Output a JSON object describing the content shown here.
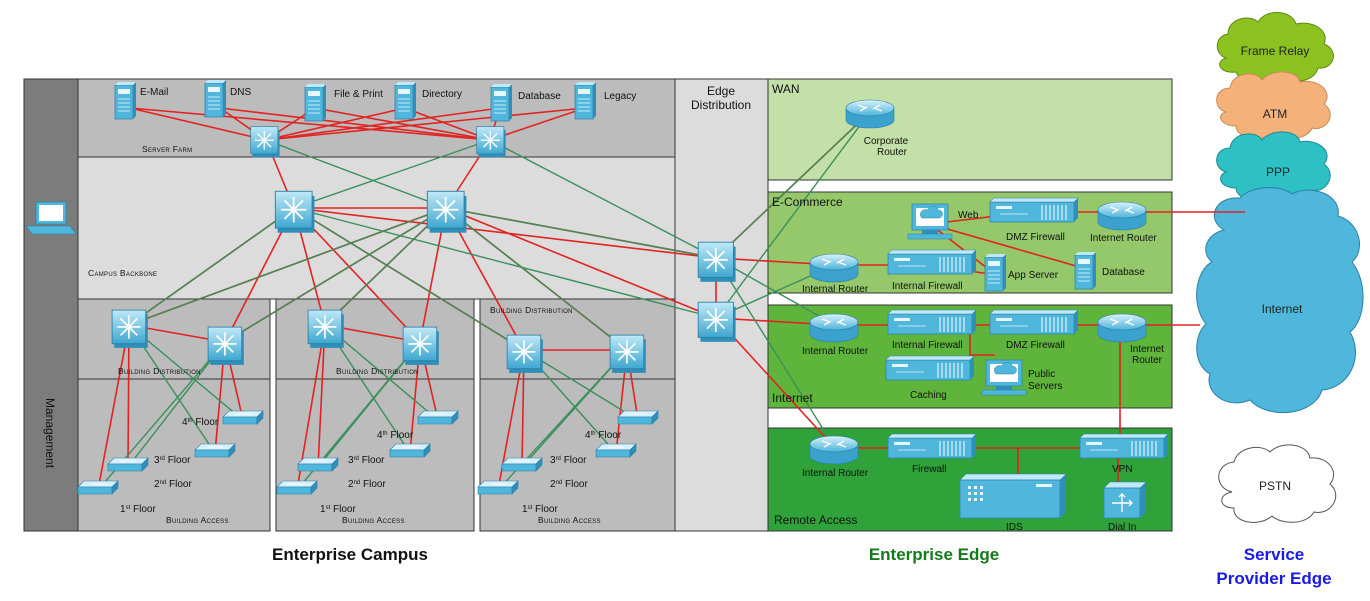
{
  "colors": {
    "red_link": "#e32222",
    "green_link": "#3a8f5a",
    "device_blue": "#4fb6dc"
  },
  "headings": {
    "enterprise_campus": "Enterprise Campus",
    "enterprise_edge": "Enterprise Edge",
    "service_provider_1": "Service",
    "service_provider_2": "Provider Edge"
  },
  "management": {
    "label": "Management"
  },
  "server_farm": {
    "title": "Server Farm",
    "servers": [
      "E-Mail",
      "DNS",
      "File & Print",
      "Directory",
      "Database",
      "Legacy"
    ]
  },
  "campus_backbone": {
    "title": "Campus Backbone"
  },
  "building_distribution": {
    "title": "Building Distribution"
  },
  "building_access": {
    "title": "Building Access"
  },
  "floors": {
    "f1": "1",
    "f2": "2",
    "f3": "3",
    "f4": "4",
    "st": "st",
    "nd": "nd",
    "rd": "rd",
    "th": "th",
    "floor": "Floor"
  },
  "edge_distribution": {
    "line1": "Edge",
    "line2": "Distribution"
  },
  "wan": {
    "title": "WAN",
    "router_line1": "Corporate",
    "router_line2": "Router"
  },
  "ecommerce": {
    "title": "E-Commerce",
    "web": "Web",
    "dmz_firewall": "DMZ Firewall",
    "internet_router": "Internet Router",
    "internal_router": "Internal Router",
    "internal_firewall": "Internal Firewall",
    "app_server": "App Server",
    "database": "Database"
  },
  "internet_module": {
    "title": "Internet",
    "internal_router": "Internal Router",
    "internal_firewall": "Internal Firewall",
    "dmz_firewall": "DMZ Firewall",
    "internet_router_1": "Internet",
    "internet_router_2": "Router",
    "caching": "Caching",
    "public_servers_1": "Public",
    "public_servers_2": "Servers"
  },
  "remote_access": {
    "title": "Remote Access",
    "internal_router": "Internal Router",
    "firewall": "Firewall",
    "vpn": "VPN",
    "ids": "IDS",
    "dial_in": "Dial In"
  },
  "clouds": {
    "frame_relay": "Frame Relay",
    "atm": "ATM",
    "ppp": "PPP",
    "internet": "Internet",
    "pstn": "PSTN"
  }
}
